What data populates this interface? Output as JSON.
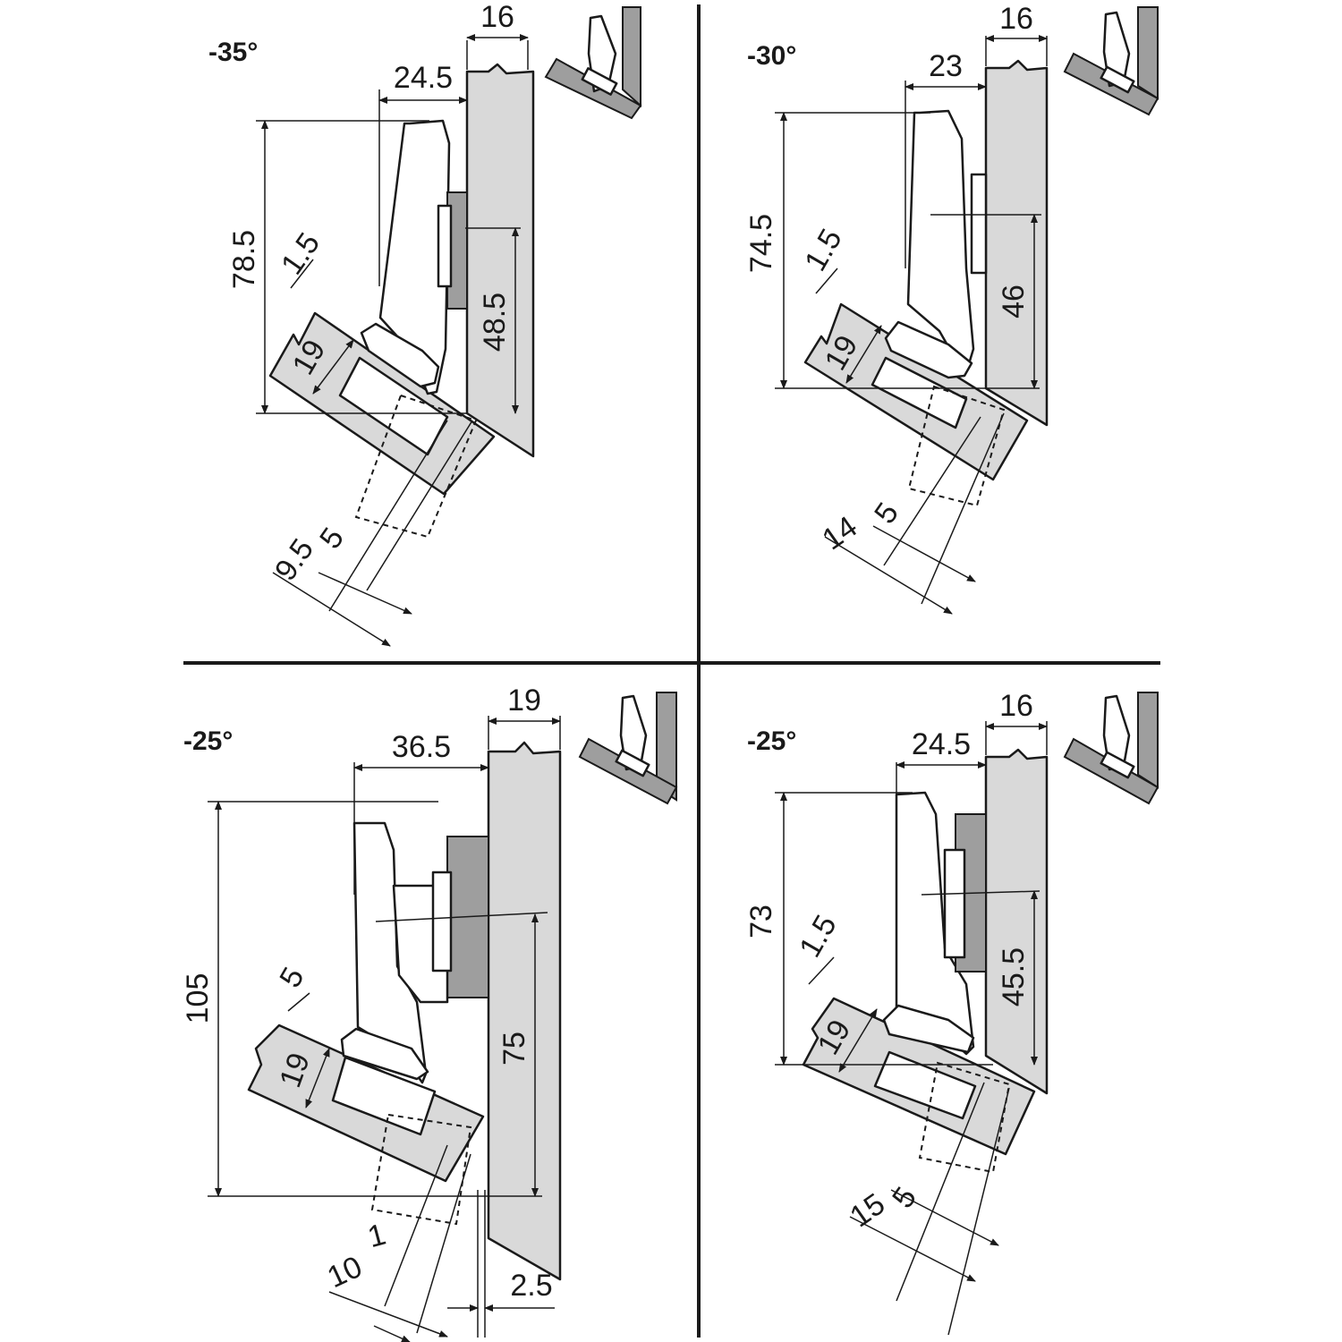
{
  "panels": [
    {
      "angle": "-35°",
      "dims": {
        "top": "16",
        "offset": "24.5",
        "height": "78.5",
        "gap": "1.5",
        "door": "19",
        "mount": "48.5",
        "d5": "5",
        "d95": "9.5"
      }
    },
    {
      "angle": "-30°",
      "dims": {
        "top": "16",
        "offset": "23",
        "height": "74.5",
        "gap": "1.5",
        "door": "19",
        "mount": "46",
        "d5": "5",
        "d14": "14"
      }
    },
    {
      "angle": "-25°",
      "dims": {
        "top": "19",
        "offset": "36.5",
        "height": "105",
        "gap": "5",
        "door": "19",
        "mount": "75",
        "d1": "1",
        "d10": "10",
        "d25": "2.5"
      }
    },
    {
      "angle": "-25°",
      "dims": {
        "top": "16",
        "offset": "24.5",
        "height": "73",
        "gap": "1.5",
        "door": "19",
        "mount": "45.5",
        "d5": "5",
        "d15": "15"
      }
    }
  ]
}
